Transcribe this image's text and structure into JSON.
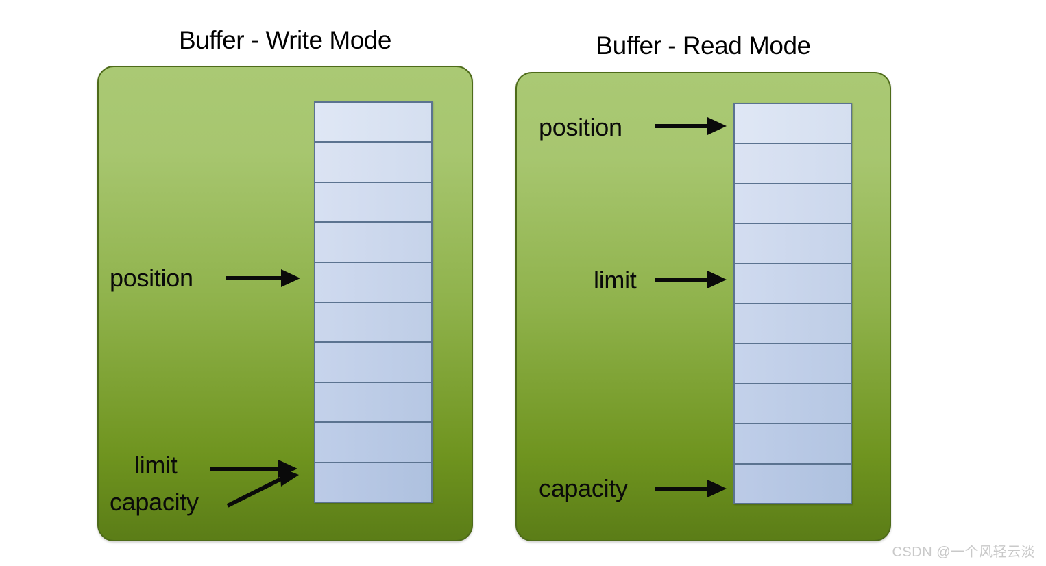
{
  "figure": {
    "watermark": "CSDN @一个风轻云淡"
  },
  "panels": [
    {
      "id": "write",
      "title": "Buffer - Write Mode",
      "cell_count": 10,
      "annotations": [
        {
          "label": "position",
          "arrow": "straight-right",
          "target_cell": 5
        },
        {
          "label": "limit",
          "arrow": "straight-right",
          "target_cell": 10
        },
        {
          "label": "capacity",
          "arrow": "diagonal-up-right",
          "target_cell": 10
        }
      ]
    },
    {
      "id": "read",
      "title": "Buffer - Read Mode",
      "cell_count": 10,
      "annotations": [
        {
          "label": "position",
          "arrow": "straight-right",
          "target_cell": 1
        },
        {
          "label": "limit",
          "arrow": "straight-right",
          "target_cell": 5
        },
        {
          "label": "capacity",
          "arrow": "straight-right",
          "target_cell": 10
        }
      ]
    }
  ],
  "colors": {
    "panel_top": "#aac974",
    "panel_bottom": "#5b7d17",
    "panel_border": "#4e6b1a",
    "cell_fill": "#cdd9ef",
    "cell_border": "#5b7390",
    "arrow": "#0a0a0a",
    "title_text": "#000000",
    "watermark_text": "#c9c9c9"
  }
}
